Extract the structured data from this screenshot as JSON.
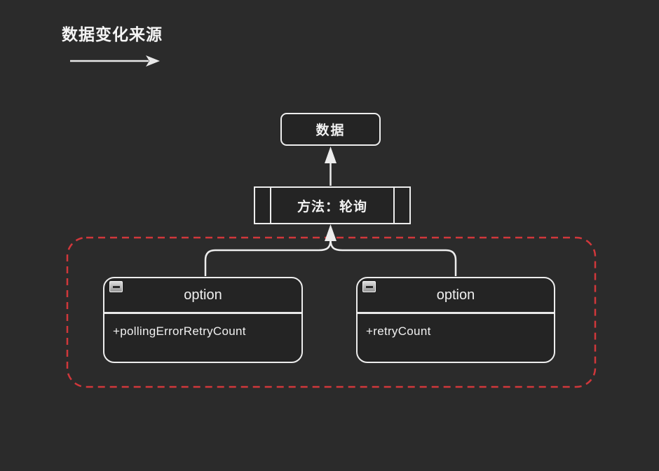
{
  "colors": {
    "background": "#2b2b2b",
    "node_fill": "#242424",
    "stroke": "#ededed",
    "text": "#f2f2f2",
    "group_border_red": "#d0373b"
  },
  "heading": {
    "text": "数据变化来源"
  },
  "diagram": {
    "data_node": {
      "label": "数据"
    },
    "method_node": {
      "label": "方法：轮询"
    },
    "options": [
      {
        "title": "option",
        "fields": [
          "+pollingErrorRetryCount"
        ]
      },
      {
        "title": "option",
        "fields": [
          "+retryCount"
        ]
      }
    ],
    "icons": {
      "collapse_left": "minus-square",
      "collapse_right": "minus-square",
      "heading_arrow": "arrow-right",
      "flow_arrows": "arrow-up"
    }
  }
}
